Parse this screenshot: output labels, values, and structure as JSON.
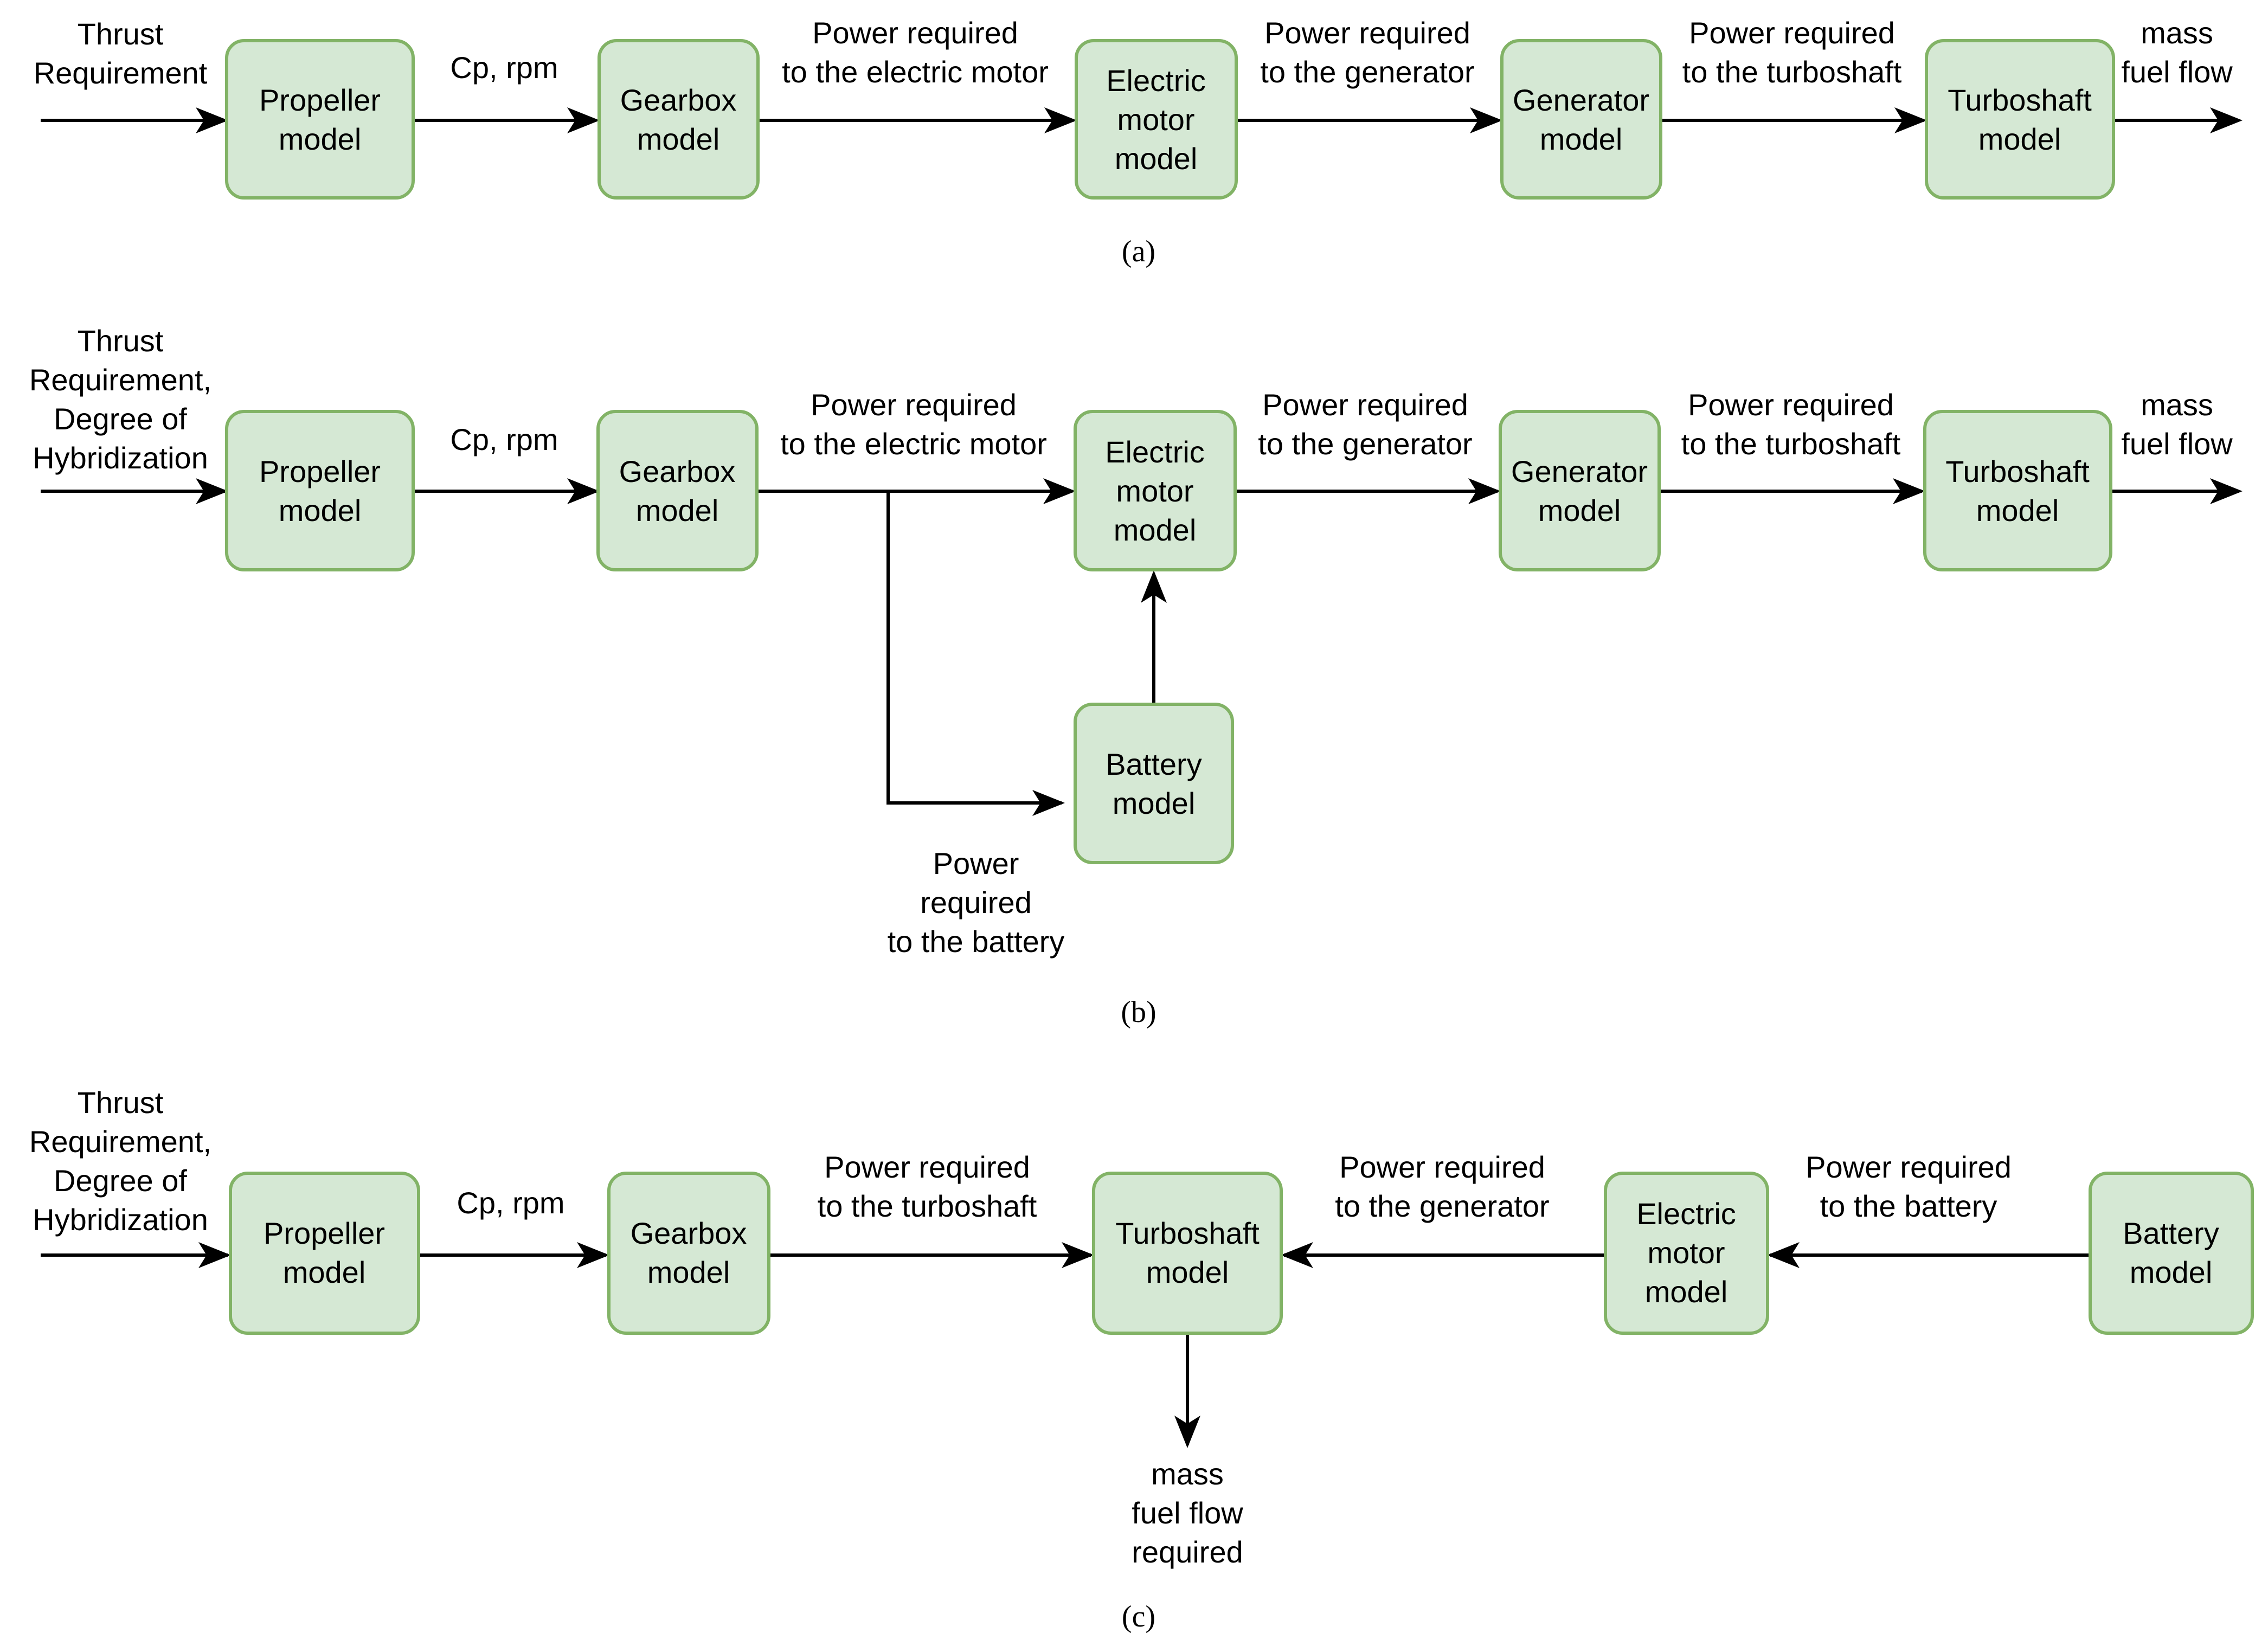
{
  "colors": {
    "box_fill": "#d5e8d4",
    "box_stroke": "#82b366",
    "line": "#000000"
  },
  "panel_a": {
    "boxes": {
      "propeller": [
        "Propeller",
        "model"
      ],
      "gearbox": [
        "Gearbox",
        "model"
      ],
      "motor": [
        "Electric",
        "motor",
        "model"
      ],
      "generator": [
        "Generator",
        "model"
      ],
      "turboshaft": [
        "Turboshaft",
        "model"
      ]
    },
    "labels": {
      "input": [
        "Thrust",
        "Requirement"
      ],
      "cp": [
        "Cp, rpm"
      ],
      "power_motor": [
        "Power required",
        "to the electric motor"
      ],
      "power_generator": [
        "Power required",
        "to the generator"
      ],
      "power_turboshaft": [
        "Power required",
        "to the turboshaft"
      ],
      "output": [
        "mass",
        "fuel flow"
      ]
    },
    "caption": "(a)"
  },
  "panel_b": {
    "boxes": {
      "propeller": [
        "Propeller",
        "model"
      ],
      "gearbox": [
        "Gearbox",
        "model"
      ],
      "motor": [
        "Electric",
        "motor",
        "model"
      ],
      "generator": [
        "Generator",
        "model"
      ],
      "turboshaft": [
        "Turboshaft",
        "model"
      ],
      "battery": [
        "Battery",
        "model"
      ]
    },
    "labels": {
      "input": [
        "Thrust",
        "Requirement,",
        "Degree of",
        "Hybridization"
      ],
      "cp": [
        "Cp, rpm"
      ],
      "power_motor": [
        "Power required",
        "to the electric motor"
      ],
      "power_generator": [
        "Power required",
        "to the generator"
      ],
      "power_turboshaft": [
        "Power required",
        "to the turboshaft"
      ],
      "output": [
        "mass",
        "fuel flow"
      ],
      "power_battery": [
        "Power",
        "required",
        "to the battery"
      ]
    },
    "caption": "(b)"
  },
  "panel_c": {
    "boxes": {
      "propeller": [
        "Propeller",
        "model"
      ],
      "gearbox": [
        "Gearbox",
        "model"
      ],
      "turboshaft": [
        "Turboshaft",
        "model"
      ],
      "motor": [
        "Electric",
        "motor",
        "model"
      ],
      "battery": [
        "Battery",
        "model"
      ]
    },
    "labels": {
      "input": [
        "Thrust",
        "Requirement,",
        "Degree of",
        "Hybridization"
      ],
      "cp": [
        "Cp, rpm"
      ],
      "power_turboshaft": [
        "Power required",
        "to the turboshaft"
      ],
      "power_generator": [
        "Power required",
        "to the generator"
      ],
      "power_battery": [
        "Power required",
        "to the battery"
      ],
      "output": [
        "mass",
        "fuel flow",
        "required"
      ]
    },
    "caption": "(c)"
  }
}
